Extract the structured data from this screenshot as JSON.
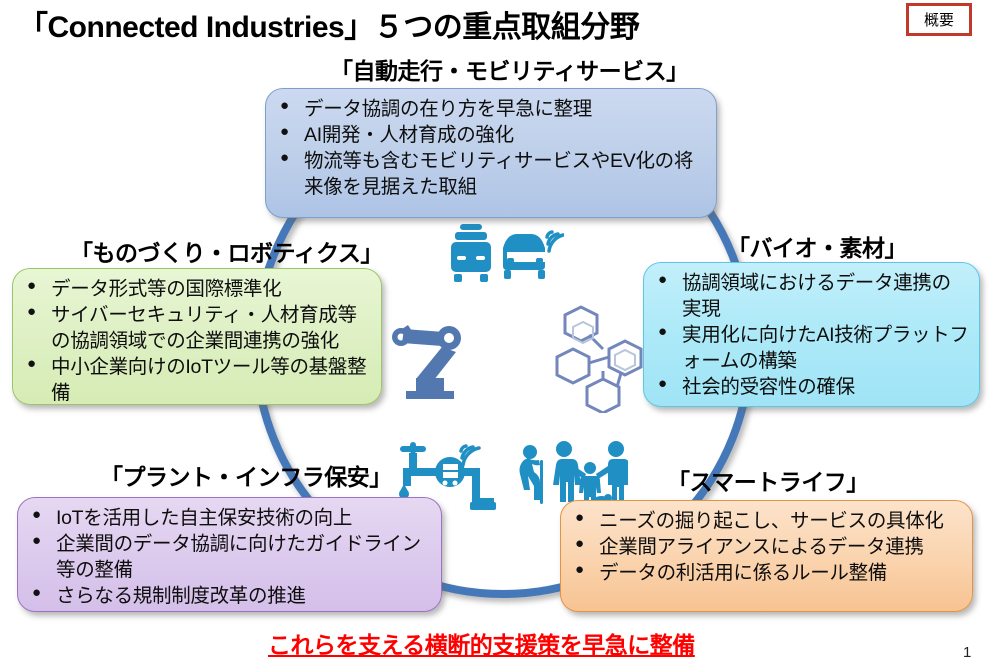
{
  "slide": {
    "title": "「Connected Industries」５つの重点取組分野",
    "badge_label": "概要",
    "footer_note": "これらを支える横断的支援策を早急に整備",
    "page_number": "1",
    "ring_color": "#4478b8",
    "accent_red": "#ff0000",
    "badge_border_color": "#c0392b"
  },
  "sections": [
    {
      "id": "mobility",
      "heading": "「自動走行・モビリティサービス」",
      "fill_color": "#bfd0ea",
      "border_color": "#7e9ecb",
      "bullets": [
        "データ協調の在り方を早急に整理",
        "AI開発・人材育成の強化",
        "物流等も含むモビリティサービスやEV化の将来像を見据えた取組"
      ]
    },
    {
      "id": "monozukuri",
      "heading": "「ものづくり・ロボティクス」",
      "fill_color": "#def0c4",
      "border_color": "#9cc46b",
      "bullets": [
        "データ形式等の国際標準化",
        "サイバーセキュリティ・人材育成等の協調領域での企業間連携の強化",
        "中小企業向けのIoTツール等の基盤整備"
      ]
    },
    {
      "id": "bio",
      "heading": "「バイオ・素材」",
      "fill_color": "#aeeaf8",
      "border_color": "#5fc5e4",
      "bullets": [
        "協調領域におけるデータ連携の実現",
        "実用化に向けたAI技術プラットフォームの構築",
        "社会的受容性の確保"
      ]
    },
    {
      "id": "plant",
      "heading": "「プラント・インフラ保安」",
      "fill_color": "#ddcbee",
      "border_color": "#9d72c2",
      "bullets": [
        "IoTを活用した自主保安技術の向上",
        "企業間のデータ協調に向けたガイドライン等の整備",
        "さらなる規制制度改革の推進"
      ]
    },
    {
      "id": "smartlife",
      "heading": "「スマートライフ」",
      "fill_color": "#fad3ad",
      "border_color": "#e59243",
      "bullets": [
        "ニーズの掘り起こし、サービスの具体化",
        "企業間アライアンスによるデータ連携",
        "データの利活用に係るルール整備"
      ]
    }
  ],
  "icons": [
    {
      "name": "autonomous-vehicles-icon",
      "color": "#1f8fc4"
    },
    {
      "name": "robot-arm-icon",
      "color": "#5378b0"
    },
    {
      "name": "molecule-icon",
      "color": "#6f86bf"
    },
    {
      "name": "smart-water-pipe-icon",
      "color": "#1f8fc4"
    },
    {
      "name": "family-people-icon",
      "color": "#1f8fc4"
    }
  ]
}
